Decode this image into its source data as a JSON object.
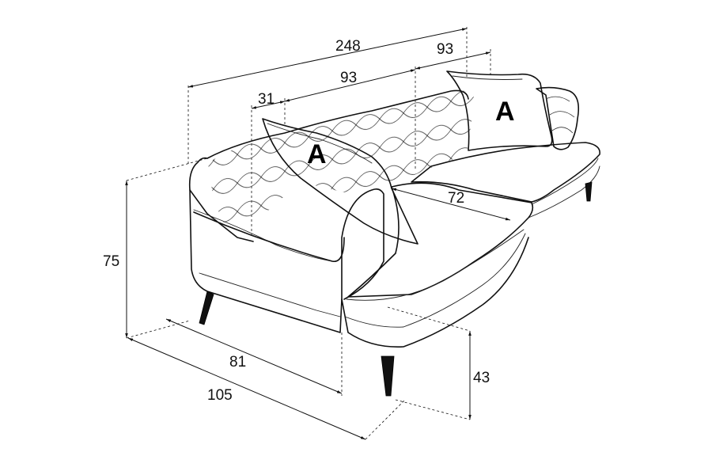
{
  "diagram": {
    "dimensions": {
      "total_width": "248",
      "seat_section_width": "93",
      "right_seat_width": "93",
      "arm_width": "31",
      "seat_depth": "72",
      "height": "75",
      "arm_depth": "81",
      "total_depth": "105",
      "seat_height": "43"
    },
    "pillows": {
      "left_label": "A",
      "right_label": "A"
    }
  }
}
